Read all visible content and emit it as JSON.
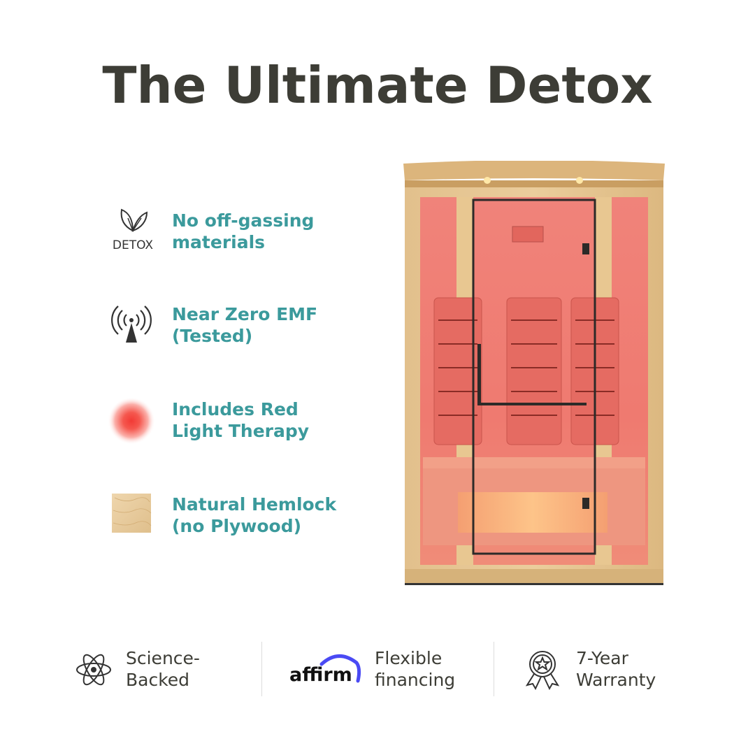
{
  "title": "The Ultimate Detox",
  "features": [
    {
      "label": "No off-gassing\nmaterials",
      "icon": "leaf-detox-icon",
      "icon_text": "DETOX"
    },
    {
      "label": "Near Zero EMF\n(Tested)",
      "icon": "antenna-signal-icon"
    },
    {
      "label": "Includes Red\nLight Therapy",
      "icon": "red-light-glow-icon"
    },
    {
      "label": "Natural Hemlock\n(no Plywood)",
      "icon": "wood-swatch-icon"
    }
  ],
  "badges": [
    {
      "label": "Science-\nBacked",
      "icon": "atom-icon"
    },
    {
      "label": "Flexible\nfinancing",
      "icon": "affirm-logo",
      "logo_text": "affirm"
    },
    {
      "label": "7-Year\nWarranty",
      "icon": "award-ribbon-icon"
    }
  ],
  "colors": {
    "title": "#3d3d36",
    "accent": "#3b9a9c",
    "wood": "#e6c89a",
    "glow": "#f5584f",
    "affirm_arc": "#4a4af4"
  }
}
